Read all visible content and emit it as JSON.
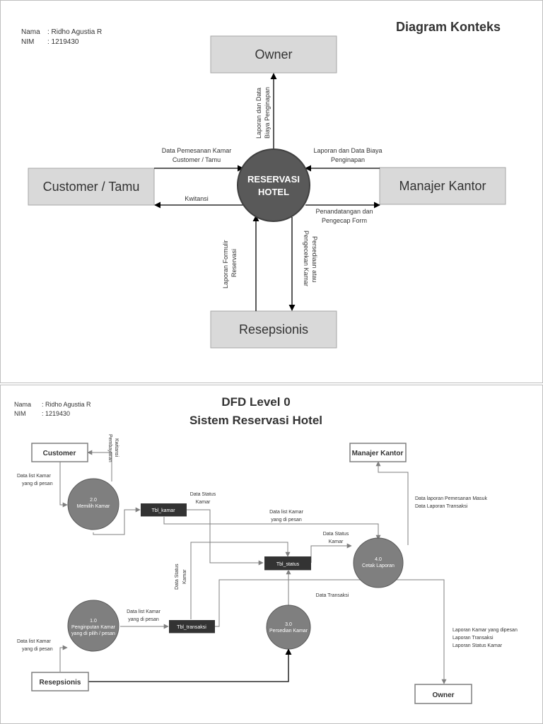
{
  "colors": {
    "box_fill": "#d9d9d9",
    "box_stroke": "#a6a6a6",
    "circle_fill": "#595959",
    "store_fill": "#333333",
    "line": "#000000",
    "flow_line": "#7f7f7f"
  },
  "page1": {
    "title": "Diagram Konteks",
    "nama_label": "Nama",
    "nama_value": ": Ridho Agustia R",
    "nim_label": "NIM",
    "nim_value": ": 1219430",
    "entities": {
      "owner": "Owner",
      "customer": "Customer / Tamu",
      "manajer": "Manajer Kantor",
      "resepsionis": "Resepsionis"
    },
    "process": {
      "line1": "RESERVASI",
      "line2": "HOTEL"
    },
    "flows": {
      "to_owner_1": "Laporan dan Data",
      "to_owner_2": "Biaya Penginapan",
      "cust_in_1": "Data Pemesanan Kamar",
      "cust_in_2": "Customer / Tamu",
      "kwitansi": "Kwitansi",
      "mgr_in_1": "Laporan dan Data Biaya",
      "mgr_in_2": "Penginapan",
      "mgr_out_1": "Penandatangan dan",
      "mgr_out_2": "Pengecap Form",
      "resep_in_1": "Laporan Formulir",
      "resep_in_2": "Reservasi",
      "resep_out_1": "Persediaan atau",
      "resep_out_2": "Pengecekan Kamar"
    }
  },
  "page2": {
    "title1": "DFD Level 0",
    "title2": "Sistem Reservasi Hotel",
    "nama_label": "Nama",
    "nama_value": ": Ridho Agustia R",
    "nim_label": "NIM",
    "nim_value": ": 1219430",
    "entities": {
      "customer": "Customer",
      "manajer": "Manajer Kantor",
      "resepsionis": "Resepsionis",
      "owner": "Owner"
    },
    "processes": {
      "p2_num": "2.0",
      "p2_name": "Memilih Kamar",
      "p1_num": "1.0",
      "p1_name1": "Penginputan Kamar",
      "p1_name2": "yang di pilih / pesan",
      "p3_num": "3.0",
      "p3_name": "Persedian Kamar",
      "p4_num": "4.0",
      "p4_name": "Cetak Laporan"
    },
    "stores": {
      "kamar": "Tbl_kamar",
      "status": "Tbl_status",
      "transaksi": "Tbl_transaksi"
    },
    "flows": {
      "kwitansi_1": "Kwitansi",
      "kwitansi_2": "Pembayaran",
      "cust_list_1": "Data list Kamar",
      "cust_list_2": "yang di pesan",
      "status_kamar_1": "Data Status",
      "status_kamar_2": "Kamar",
      "list_mid_1": "Data list Kamar",
      "list_mid_2": "yang di pesan",
      "status_right_1": "Data Status",
      "status_right_2": "Kamar",
      "status_vert_1": "Data Status",
      "status_vert_2": "Kamar",
      "p1_list_1": "Data list Kamar",
      "p1_list_2": "yang di pesan",
      "resep_list_1": "Data list Kamar",
      "resep_list_2": "yang di pesan",
      "transaksi": "Data Transaksi",
      "mgr_1": "Data laporan Pemesanan Masuk",
      "mgr_2": "Data Laporan Transaksi",
      "owner_1": "Laporan  Kamar yang dipesan",
      "owner_2": "Laporan Transaksi",
      "owner_3": "Laporan Status Kamar"
    }
  }
}
